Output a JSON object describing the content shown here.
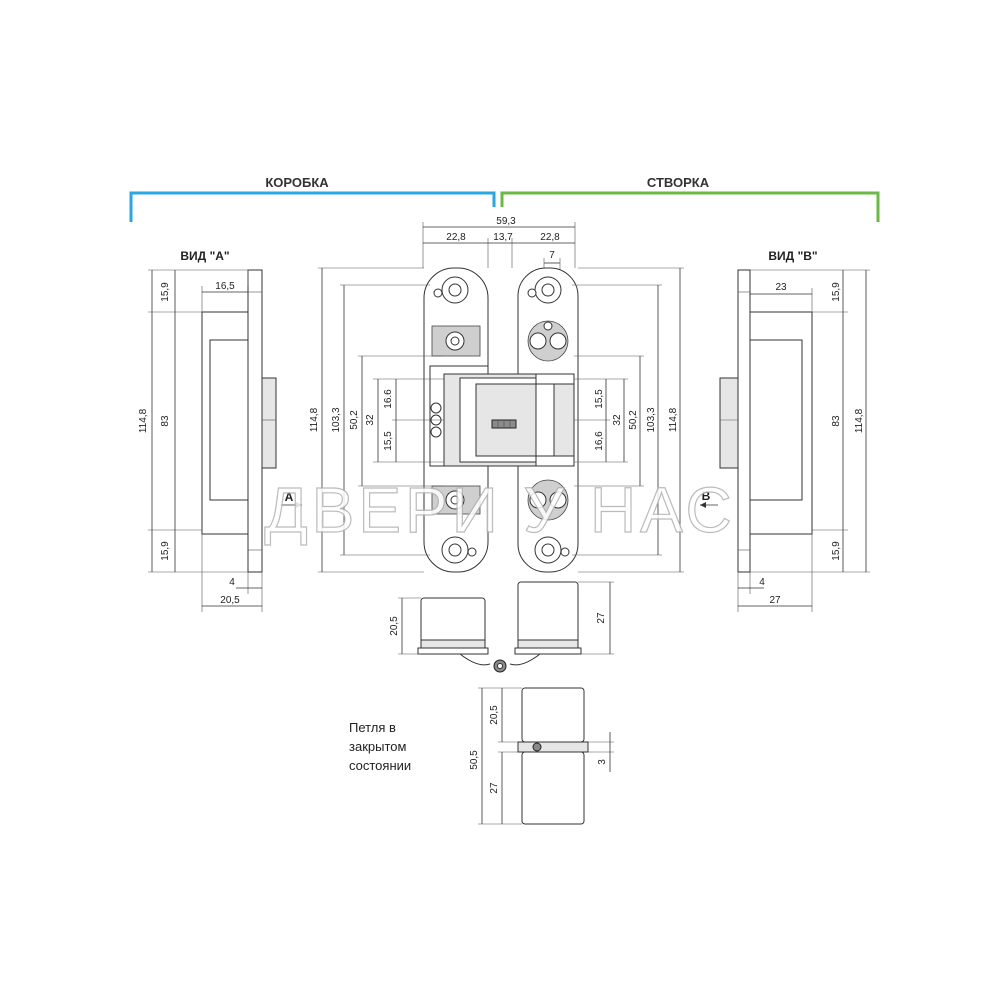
{
  "headers": {
    "frame": "КОРОБКА",
    "leaf": "СТВОРКА",
    "frame_color": "#2aa7e1",
    "leaf_color": "#6aba45"
  },
  "views": {
    "view_a": "ВИД \"А\"",
    "view_b": "ВИД \"В\"",
    "arrow_a": "A",
    "arrow_b": "B"
  },
  "dimensions": {
    "total_width": "59,3",
    "half_left": "22,8",
    "center_gap": "13,7",
    "half_right": "22,8",
    "slot_right": "7",
    "a_top": "15,9",
    "a_mid": "83",
    "a_bottom": "15,9",
    "a_total": "114,8",
    "a_width": "16,5",
    "a_depth_small": "4",
    "a_depth": "20,5",
    "b_top": "15,9",
    "b_mid": "83",
    "b_bottom": "15,9",
    "b_total": "114,8",
    "b_width": "23",
    "b_depth_small": "4",
    "b_depth": "27",
    "l_total": "114,8",
    "l_outer": "103,3",
    "l_mid": "50,2",
    "l_inner": "32",
    "l_upper": "16.6",
    "l_lower": "15,5",
    "r_upper": "15,5",
    "r_inner": "32",
    "r_lower": "16,6",
    "r_mid": "50,2",
    "r_outer": "103,3",
    "r_total": "114,8",
    "top_left_depth": "20,5",
    "top_right_depth": "27",
    "closed_upper": "20,5",
    "closed_total": "50,5",
    "closed_lower": "27",
    "closed_gap": "3"
  },
  "note": {
    "line1": "Петля в",
    "line2": "закрытом",
    "line3": "состоянии"
  },
  "watermark": "ДВЕРИ У НАС"
}
